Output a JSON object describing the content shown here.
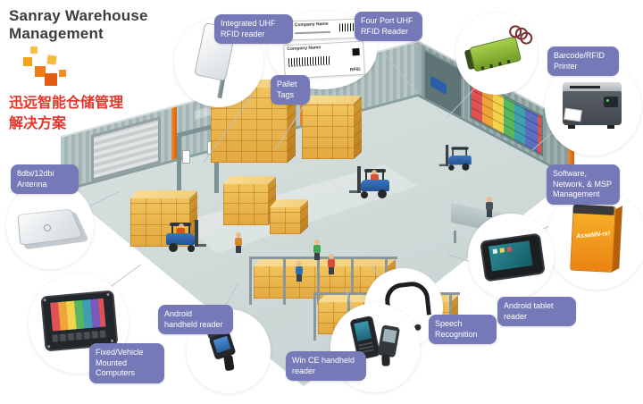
{
  "brand": {
    "title_line1": "Sanray Warehouse",
    "title_line2": "Management",
    "subtitle_line1": "迅远智能仓储管理",
    "subtitle_line2": "解决方案"
  },
  "callouts": {
    "integrated_uhf": "Integrated UHF RFID reader",
    "pallet_tags": "Pallet Tags",
    "four_port": "Four Port UHF RFID Reader",
    "printer": "Barcode/RFID Printer",
    "software": "Software, Network, & MSP Management",
    "android_tablet": "Android tablet reader",
    "speech": "Speech Recognition",
    "wince": "Win CE handheld reader",
    "android_handheld": "Android handheld reader",
    "vehicle_computer": "Fixed/Vehicle Mounted Computers",
    "antenna": "8dbi/12dbi Antenna"
  },
  "pallet_tag": {
    "company": "Company Name",
    "rfid": "RFID"
  },
  "software_box": {
    "label": "AsseNN-rx!"
  },
  "colors": {
    "badge": "#7679b7",
    "subtitle_red": "#e3362b",
    "logo_orange": "#ef7d14",
    "box_yellow": "#ecb84f",
    "forklift_blue": "#2a5fa8"
  }
}
